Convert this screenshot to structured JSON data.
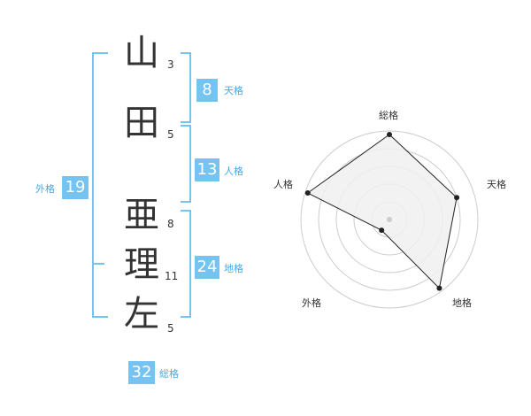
{
  "name": {
    "chars": [
      {
        "char": "山",
        "strokes": "3"
      },
      {
        "char": "田",
        "strokes": "5"
      },
      {
        "char": "亜",
        "strokes": "8"
      },
      {
        "char": "理",
        "strokes": "11"
      },
      {
        "char": "左",
        "strokes": "5"
      }
    ]
  },
  "fortunes": {
    "tenkaku": {
      "value": "8",
      "label": "天格"
    },
    "jinkaku": {
      "value": "13",
      "label": "人格"
    },
    "chikaku": {
      "value": "24",
      "label": "地格"
    },
    "gaikaku": {
      "value": "19",
      "label": "外格"
    },
    "soukaku": {
      "value": "32",
      "label": "総格"
    }
  },
  "radar": {
    "axes": [
      "総格",
      "天格",
      "地格",
      "外格",
      "人格"
    ],
    "values": [
      0.96,
      0.8,
      0.96,
      0.15,
      0.97
    ],
    "ring_count": 5,
    "colors": {
      "fill": "#f0f0f0",
      "line": "#222222",
      "grid": "#cccccc",
      "accent": "#74c3f0"
    }
  }
}
